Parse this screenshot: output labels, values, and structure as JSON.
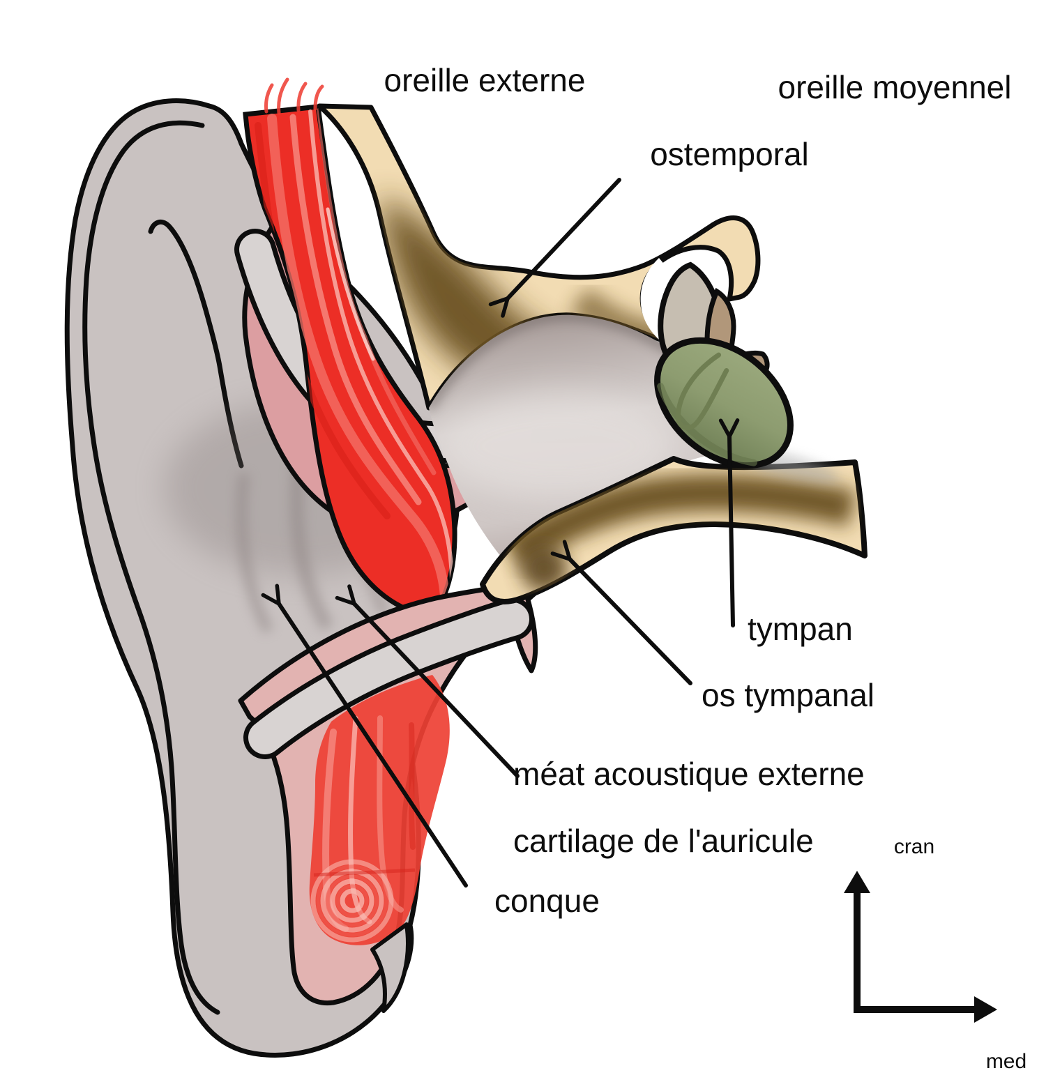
{
  "diagram": {
    "region_labels": {
      "oreille_externe": "oreille externe",
      "oreille_moyennel": "oreille moyennel"
    },
    "part_labels": {
      "ostemporal": "ostemporal",
      "tympan": "tympan",
      "os_tympanal": "os tympanal",
      "meat_acoustique_externe": "méat acoustique externe",
      "cartilage_auricule": "cartilage de l'auricule",
      "conque": "conque"
    },
    "axis": {
      "vertical_label": "cran",
      "horizontal_label": "med"
    },
    "colors": {
      "auricle_gray": "#c9c2c1",
      "cartilage_pink_dark": "#dc9ea1",
      "cartilage_pink_light": "#e2b3b1",
      "cartilage_strip_white": "#d8d3d2",
      "muscle_red": "#ec2e26",
      "bone_tan": "#f2dcb3",
      "bone_marrow_brown": "#6b5124",
      "tympan_green": "#8f9e72",
      "malleus_gray": "#c6beb1",
      "malleus_hook_tan": "#b1977a",
      "outline_black": "#0d0d0d"
    }
  }
}
